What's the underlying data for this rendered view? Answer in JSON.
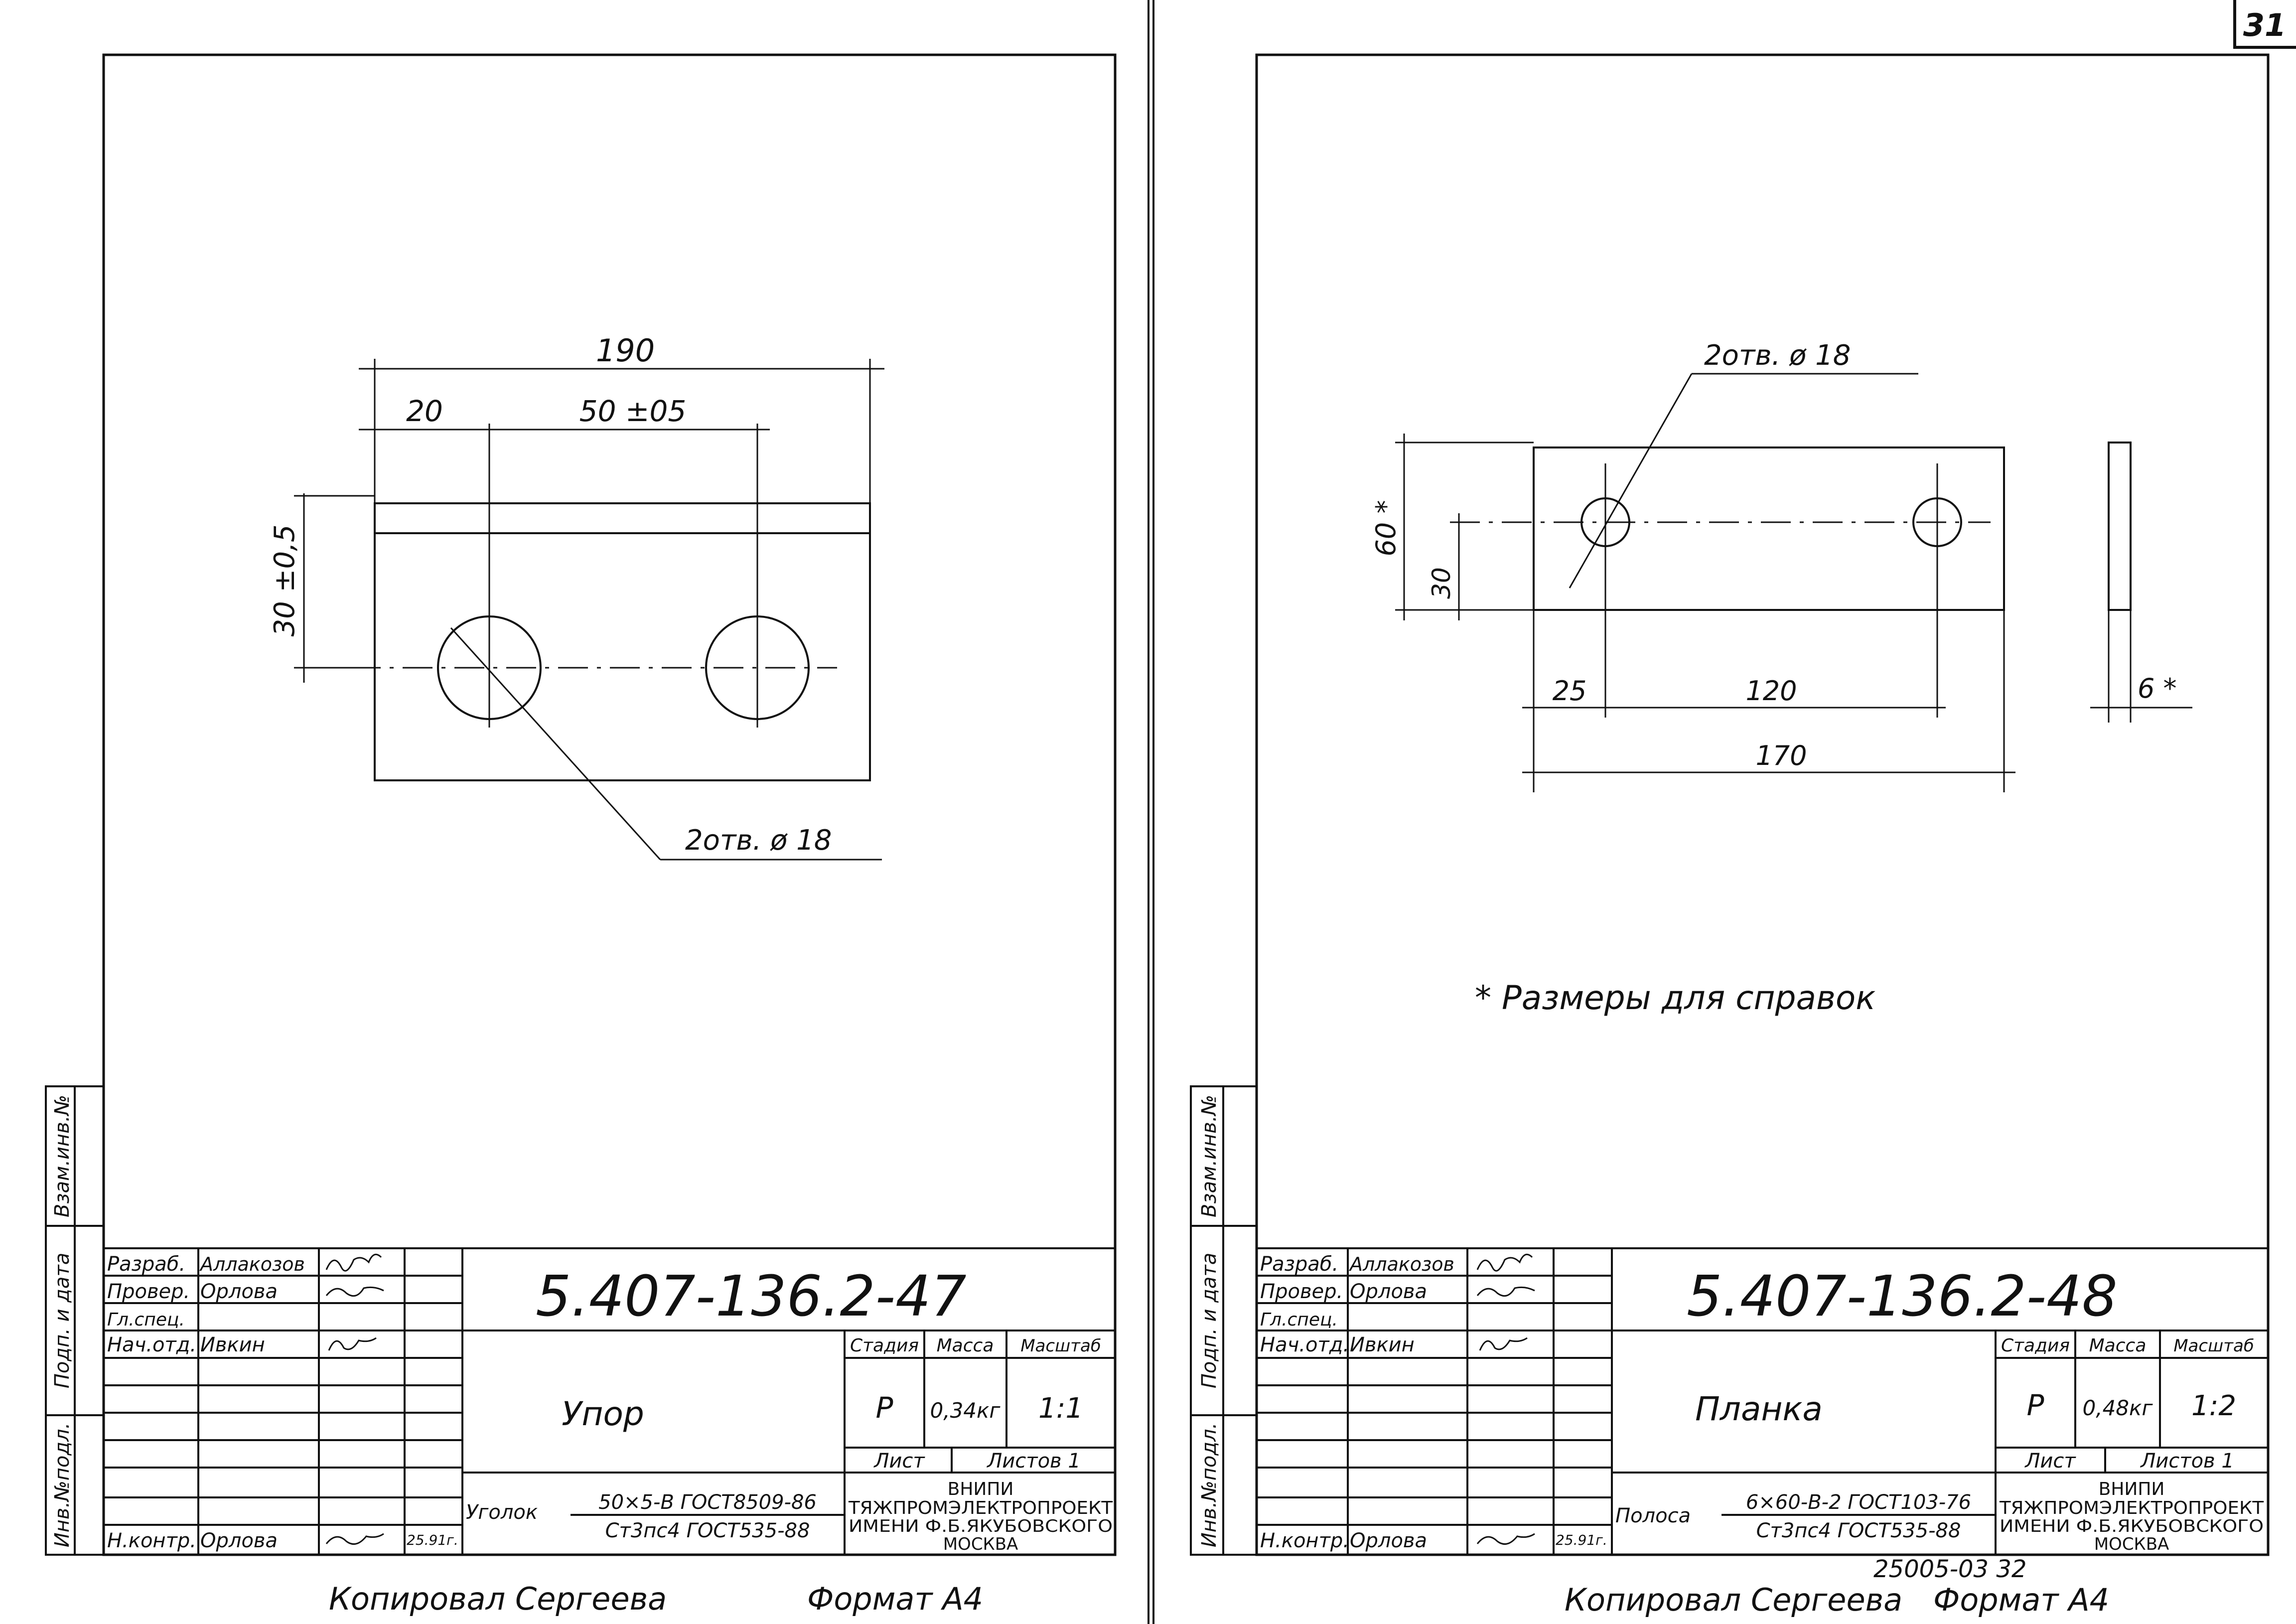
{
  "page_number": "31",
  "sheets": [
    {
      "id": "sheet-47",
      "side_stamps": [
        "Взам.инв.№",
        "Подп. и дата",
        "Инв.№подл."
      ],
      "dimensions": {
        "total": "190",
        "edge": "20",
        "pitch": "50 ±05",
        "height": "30 ±0,5",
        "holes": "2отв. ø 18"
      },
      "title_block": {
        "roles": [
          "Разраб.",
          "Провер.",
          "Гл.спец.",
          "Нач.отд.",
          "Н.контр."
        ],
        "names": [
          "Аллакозов",
          "Орлова",
          "",
          "Ивкин",
          "Орлова"
        ],
        "date": "25.91г.",
        "designation": "5.407-136.2-47",
        "part_name": "Упор",
        "stage_header": "Стадия",
        "mass_header": "Масса",
        "scale_header": "Масштаб",
        "stage": "Р",
        "mass": "0,34кг",
        "scale": "1:1",
        "sheet_label": "Лист",
        "sheets_label": "Листов 1",
        "material_name": "Уголок",
        "material_spec": "50×5-В ГОСТ8509-86",
        "material_grade": "Ст3пс4 ГОСТ535-88",
        "org_line1": "ВНИПИ",
        "org_line2": "ТЯЖПРОМЭЛЕКТРОПРОЕКТ",
        "org_line3": "ИМЕНИ Ф.Б.ЯКУБОВСКОГО",
        "org_line4": "МОСКВА"
      },
      "footer": {
        "copied": "Копировал Сергеева",
        "format": "Формат А4"
      }
    },
    {
      "id": "sheet-48",
      "side_stamps": [
        "Взам.инв.№",
        "Подп. и дата",
        "Инв.№подл."
      ],
      "dimensions": {
        "holes": "2отв. ø 18",
        "height": "60 *",
        "hole_offset": "30",
        "edge": "25",
        "pitch": "120",
        "total": "170",
        "thickness": "6 *"
      },
      "note": "* Размеры для справок",
      "title_block": {
        "roles": [
          "Разраб.",
          "Провер.",
          "Гл.спец.",
          "Нач.отд.",
          "Н.контр."
        ],
        "names": [
          "Аллакозов",
          "Орлова",
          "",
          "Ивкин",
          "Орлова"
        ],
        "date": "25.91г.",
        "designation": "5.407-136.2-48",
        "part_name": "Планка",
        "stage_header": "Стадия",
        "mass_header": "Масса",
        "scale_header": "Масштаб",
        "stage": "Р",
        "mass": "0,48кг",
        "scale": "1:2",
        "sheet_label": "Лист",
        "sheets_label": "Листов 1",
        "material_name": "Полоса",
        "material_spec": "6×60-В-2 ГОСТ103-76",
        "material_grade": "Ст3пс4 ГОСТ535-88",
        "org_line1": "ВНИПИ",
        "org_line2": "ТЯЖПРОМЭЛЕКТРОПРОЕКТ",
        "org_line3": "ИМЕНИ Ф.Б.ЯКУБОВСКОГО",
        "org_line4": "МОСКВА"
      },
      "archive_number": "25005-03  32",
      "footer": {
        "copied": "Копировал Сергеева",
        "format": "Формат А4"
      }
    }
  ]
}
